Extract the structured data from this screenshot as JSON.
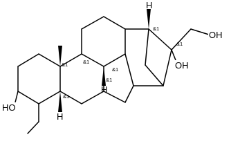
{
  "molecule": {
    "atom_labels": {
      "oh_left": "HO",
      "oh_bridge": "OH",
      "oh_terminal": "OH",
      "h_top": "H",
      "h_center": "H",
      "h_lower": "H"
    },
    "stereo_label": "&1",
    "colors": {
      "bond": "#000000",
      "text": "#000000",
      "background": "#ffffff"
    }
  }
}
